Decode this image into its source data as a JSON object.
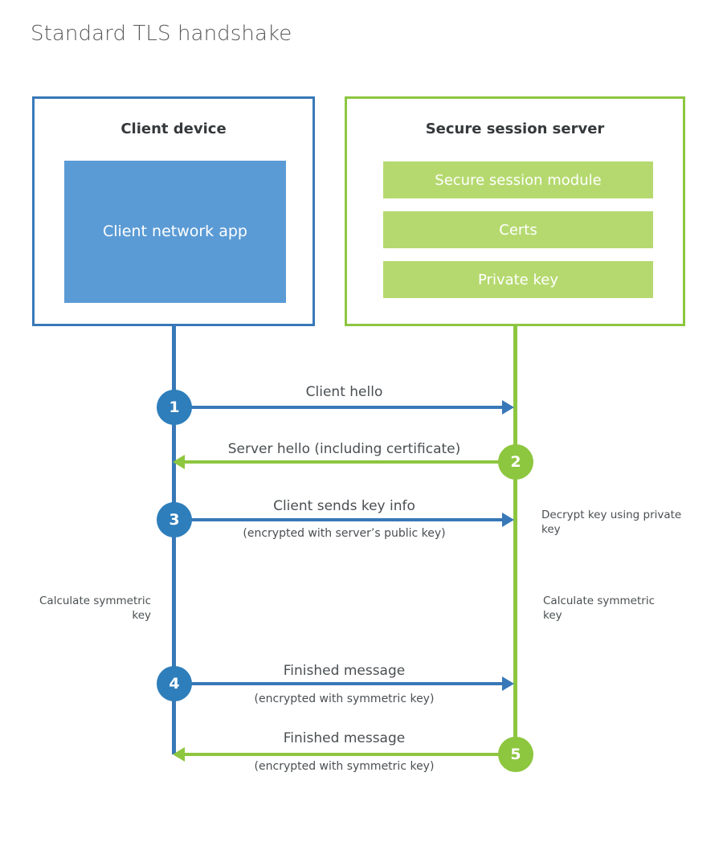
{
  "title": "Standard TLS handshake",
  "colors": {
    "client_accent": "#3878b8",
    "client_circle": "#2e7ebb",
    "client_app_fill": "#5b9bd5",
    "server_accent": "#8dc63f",
    "server_bar_fill": "#b5d96f",
    "text": "#4a4f52",
    "title_text": "#58595b"
  },
  "client": {
    "title": "Client device",
    "app_label": "Client network app"
  },
  "server": {
    "title": "Secure session server",
    "components": [
      {
        "label": "Secure session module"
      },
      {
        "label": "Certs"
      },
      {
        "label": "Private key"
      }
    ]
  },
  "steps": [
    {
      "number": "1",
      "label": "Client hello",
      "sublabel": "",
      "direction": "client-to-server",
      "color": "blue"
    },
    {
      "number": "2",
      "label": "Server hello (including certificate)",
      "sublabel": "",
      "direction": "server-to-client",
      "color": "green"
    },
    {
      "number": "3",
      "label": "Client sends key info",
      "sublabel": "(encrypted with server’s public key)",
      "direction": "client-to-server",
      "color": "blue"
    },
    {
      "number": "4",
      "label": "Finished message",
      "sublabel": "(encrypted with symmetric key)",
      "direction": "client-to-server",
      "color": "blue"
    },
    {
      "number": "5",
      "label": "Finished message",
      "sublabel": "(encrypted with symmetric key)",
      "direction": "server-to-client",
      "color": "green"
    }
  ],
  "annotations": {
    "decrypt_key": "Decrypt key using private key",
    "client_calculate": "Calculate symmetric key",
    "server_calculate": "Calculate symmetric key"
  }
}
